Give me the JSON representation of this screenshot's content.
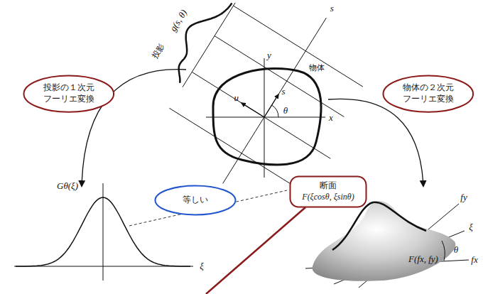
{
  "diagram": {
    "nodes": [
      {
        "text": [
          "投影の１次元 フーリエ変換"
        ]
      },
      {
        "text": [
          "物体の２次元 フーリエ変換"
        ]
      },
      {
        "text": [
          "等しい"
        ]
      },
      {
        "text": [
          "断面",
          "F(ξcosθ, ξsinθ)"
        ]
      }
    ],
    "labels": [
      "投影",
      "g(s, θ)",
      "s",
      "y",
      "物体",
      "x",
      "u",
      "s",
      "θ",
      "Gθ(ξ)",
      "ξ",
      "fy",
      "ξ",
      "θ",
      "fx",
      "F(fx, fy)"
    ]
  }
}
